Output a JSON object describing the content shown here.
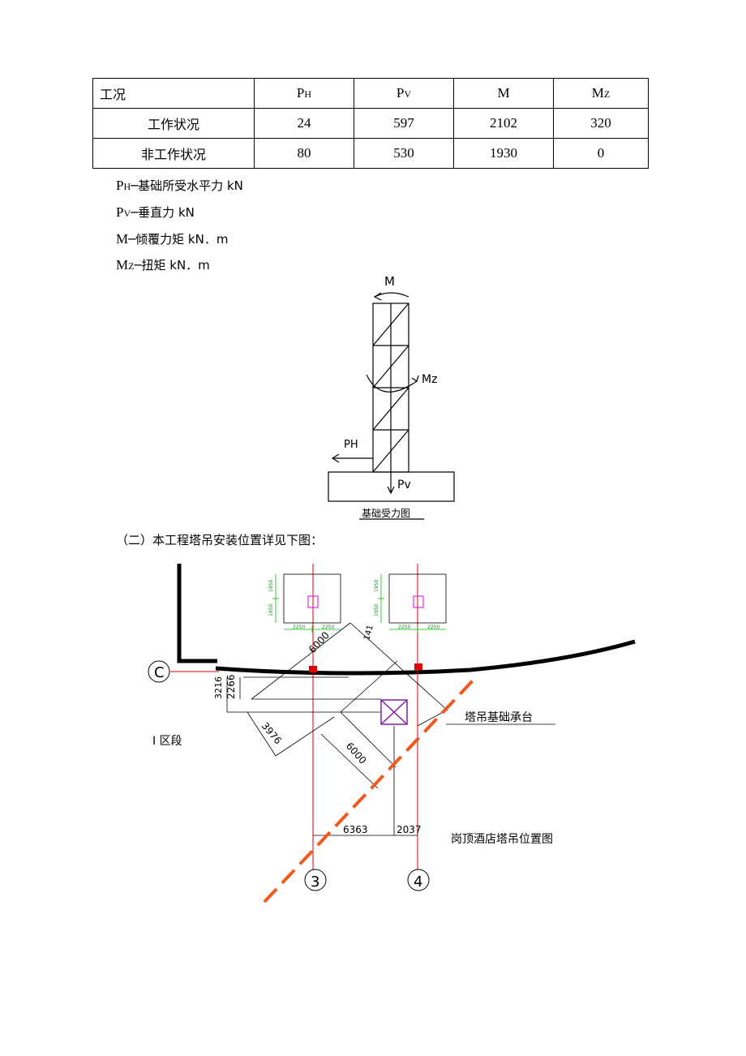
{
  "table": {
    "header": [
      "工况",
      "P",
      "H",
      "P",
      "V",
      "M",
      "M",
      "Z"
    ],
    "rows": [
      {
        "label": "工作状况",
        "ph": "24",
        "pv": "597",
        "m": "2102",
        "mz": "320"
      },
      {
        "label": "非工作状况",
        "ph": "80",
        "pv": "530",
        "m": "1930",
        "mz": "0"
      }
    ]
  },
  "notes": [
    {
      "sym": "P",
      "sub": "H",
      "text": "─基础所受水平力 kN"
    },
    {
      "sym": "P",
      "sub": "V",
      "text": "─垂直力 kN"
    },
    {
      "sym": "M",
      "sub": "",
      "text": "─倾覆力矩 kN．m"
    },
    {
      "sym": "M",
      "sub": "Z",
      "text": "─扭矩 kN．m"
    }
  ],
  "force_diagram": {
    "caption": "基础受力图",
    "label_m": "M",
    "label_mz": "Mz",
    "label_ph": "PH",
    "label_pv": "Pv"
  },
  "section_title": "（二）本工程塔吊安装位置详见下图：",
  "plan": {
    "axis_c": "C",
    "axis_3": "3",
    "axis_4": "4",
    "zone": "I 区段",
    "base_label": "塔吊基础承台",
    "plan_title": "岗顶酒店塔吊位置图",
    "dims": [
      "6000",
      "141",
      "2266",
      "3216",
      "3976",
      "6000",
      "6363",
      "2037"
    ],
    "small_dims": [
      "1950",
      "1950",
      "2250",
      "2250"
    ],
    "colors": {
      "axis": "#e00000",
      "dash": "#f05a1e",
      "green": "#00c000",
      "magenta": "#e000e0",
      "purple": "#8020a0"
    }
  }
}
